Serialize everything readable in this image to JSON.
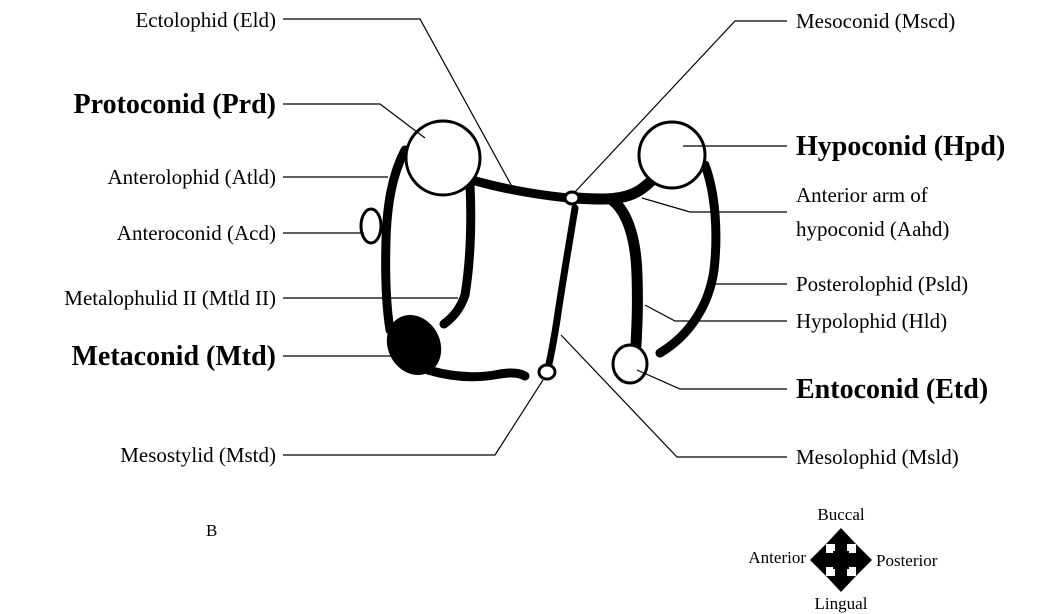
{
  "figure": {
    "panel_letter": "B",
    "labels": {
      "ectolophid": "Ectolophid (Eld)",
      "protoconid": "Protoconid (Prd)",
      "anterolophid": "Anterolophid (Atld)",
      "anteroconid": "Anteroconid (Acd)",
      "metalophulid_ii": "Metalophulid II (Mtld II)",
      "metaconid": "Metaconid (Mtd)",
      "mesostylid": "Mesostylid (Mstd)",
      "mesoconid": "Mesoconid (Mscd)",
      "hypoconid": "Hypoconid (Hpd)",
      "anterior_arm_line1": "Anterior arm of",
      "anterior_arm_line2": "hypoconid (Aahd)",
      "posterolophid": "Posterolophid (Psld)",
      "hypolophid": "Hypolophid (Hld)",
      "entoconid": "Entoconid (Etd)",
      "mesolophid": "Mesolophid (Msld)"
    },
    "orientation": {
      "buccal": "Buccal",
      "lingual": "Lingual",
      "anterior": "Anterior",
      "posterior": "Posterior"
    },
    "colors": {
      "ink": "#000000",
      "background": "#ffffff"
    }
  }
}
